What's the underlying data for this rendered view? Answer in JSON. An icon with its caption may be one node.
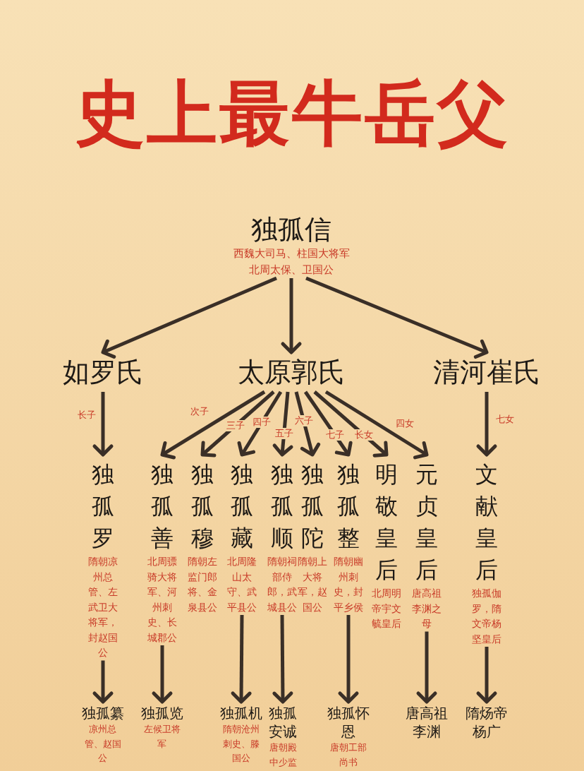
{
  "diagram": {
    "title": "史上最牛岳父",
    "nodes": [
      {
        "text": [
          "独孤信",
          "西魏大司马、柱国大将军",
          "北周太保、卫国公"
        ]
      },
      {
        "text": [
          "如罗氏"
        ]
      },
      {
        "text": [
          "太原郭氏"
        ]
      },
      {
        "text": [
          "清河崔氏"
        ]
      },
      {
        "text": [
          "独孤罗",
          "隋朝凉州总管、左武卫大将军，封赵国公"
        ]
      },
      {
        "text": [
          "独孤善",
          "北周骠骑大将军、河州刺史、长城郡公"
        ]
      },
      {
        "text": [
          "独孤穆",
          "隋朝左监门郎将、金泉县公"
        ]
      },
      {
        "text": [
          "独孤藏",
          "北周隆山太守、武平县公"
        ]
      },
      {
        "text": [
          "独孤顺",
          "隋朝祠部侍郎，武城县公"
        ]
      },
      {
        "text": [
          "独孤陀",
          "隋朝上大将军，赵国公"
        ]
      },
      {
        "text": [
          "独孤整",
          "隋朝幽州刺史，封平乡侯"
        ]
      },
      {
        "text": [
          "明敬皇后",
          "北周明帝宇文毓皇后"
        ]
      },
      {
        "text": [
          "元贞皇后",
          "唐高祖李渊之母"
        ]
      },
      {
        "text": [
          "文献皇后",
          "独孤伽罗，隋文帝杨坚皇后"
        ]
      },
      {
        "text": [
          "独孤纂",
          "凉州总管、赵国公"
        ]
      },
      {
        "text": [
          "独孤览",
          "左候卫将军"
        ]
      },
      {
        "text": [
          "独孤机",
          "隋朝沧州刺史、滕国公"
        ]
      },
      {
        "text": [
          "独孤安诚",
          "唐朝殿中少监"
        ]
      },
      {
        "text": [
          "独孤怀恩",
          "唐朝工部尚书"
        ]
      },
      {
        "text": [
          "唐高祖李渊"
        ]
      },
      {
        "text": [
          "隋炀帝杨广"
        ]
      }
    ],
    "edges": [
      {
        "from": 0,
        "to": 1,
        "arrow": "to"
      },
      {
        "from": 0,
        "to": 2,
        "arrow": "to"
      },
      {
        "from": 0,
        "to": 3,
        "arrow": "to"
      },
      {
        "from": 1,
        "to": 4,
        "arrow": "to",
        "label": "长子"
      },
      {
        "from": 2,
        "to": 5,
        "arrow": "to",
        "label": "次子"
      },
      {
        "from": 2,
        "to": 6,
        "arrow": "to",
        "label": "三子"
      },
      {
        "from": 2,
        "to": 7,
        "arrow": "to",
        "label": "四子"
      },
      {
        "from": 2,
        "to": 8,
        "arrow": "to",
        "label": "五子"
      },
      {
        "from": 2,
        "to": 9,
        "arrow": "to",
        "label": "六子"
      },
      {
        "from": 2,
        "to": 10,
        "arrow": "to",
        "label": "七子"
      },
      {
        "from": 2,
        "to": 11,
        "arrow": "to",
        "label": "长女"
      },
      {
        "from": 2,
        "to": 12,
        "arrow": "to",
        "label": "四女"
      },
      {
        "from": 3,
        "to": 13,
        "arrow": "to",
        "label": "七女"
      },
      {
        "from": 4,
        "to": 14,
        "arrow": "to"
      },
      {
        "from": 5,
        "to": 15,
        "arrow": "to"
      },
      {
        "from": 7,
        "to": 16,
        "arrow": "to"
      },
      {
        "from": 8,
        "to": 17,
        "arrow": "to"
      },
      {
        "from": 10,
        "to": 18,
        "arrow": "to"
      },
      {
        "from": 12,
        "to": 19,
        "arrow": "to"
      },
      {
        "from": 13,
        "to": 20,
        "arrow": "to"
      }
    ]
  }
}
